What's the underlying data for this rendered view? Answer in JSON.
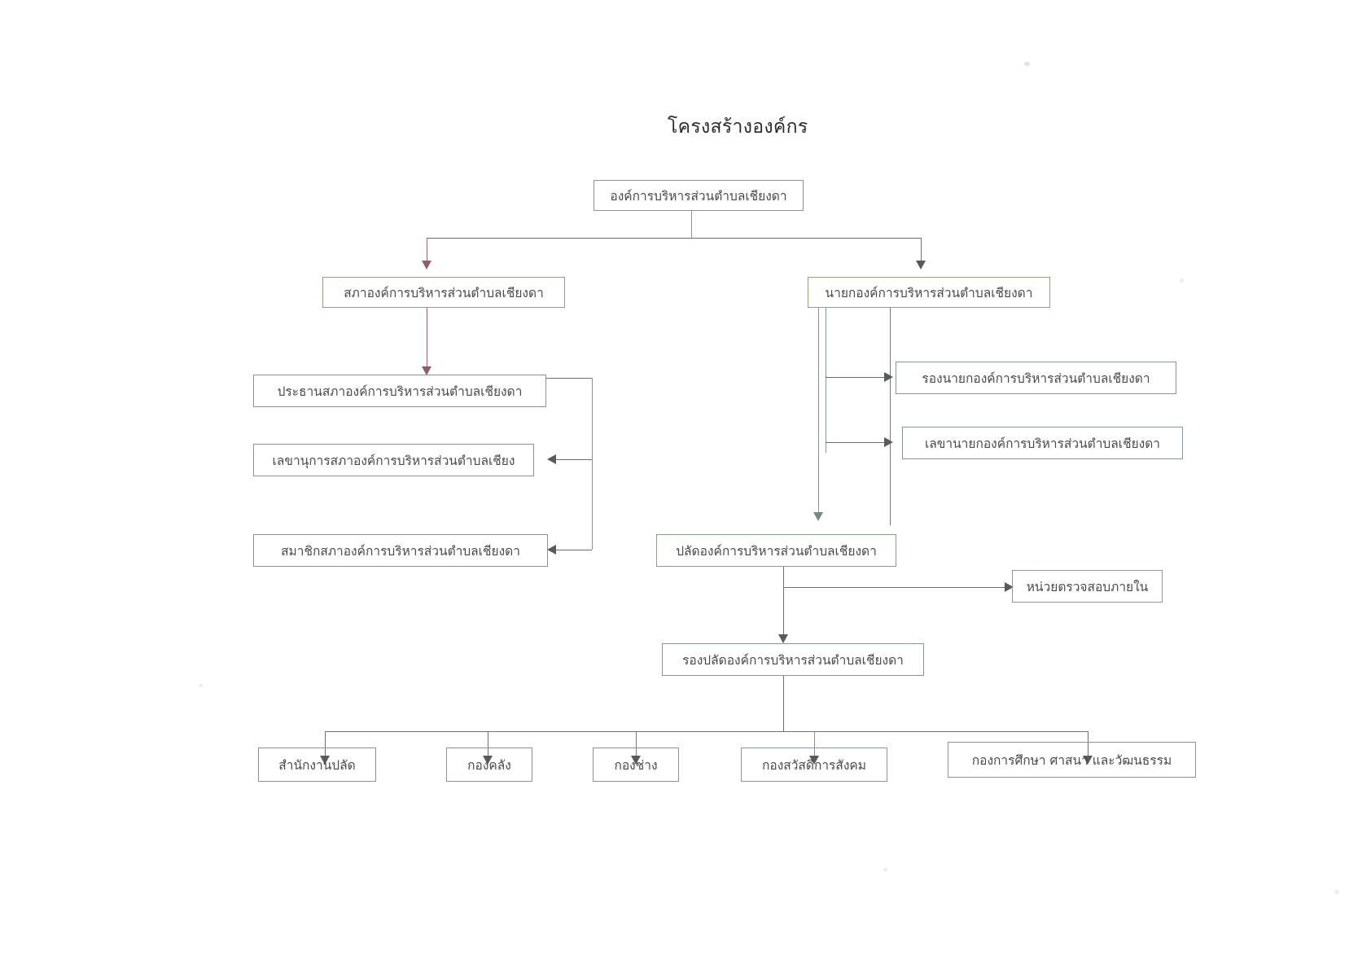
{
  "title": "โครงสร้างองค์กร",
  "nodes": {
    "root": "องค์การบริหารส่วนตำบลเชียงดา",
    "council": "สภาองค์การบริหารส่วนตำบลเชียงดา",
    "mayor": "นายกองค์การบริหารส่วนตำบลเชียงดา",
    "council_chair": "ประธานสภาองค์การบริหารส่วนตำบลเชียงดา",
    "council_secretary": "เลขานุการสภาองค์การบริหารส่วนตำบลเชียง",
    "council_members": "สมาชิกสภาองค์การบริหารส่วนตำบลเชียงดา",
    "deputy_mayor": "รองนายกองค์การบริหารส่วนตำบลเชียงดา",
    "mayor_secretary": "เลขานายกองค์การบริหารส่วนตำบลเชียงดา",
    "clerk": "ปลัดองค์การบริหารส่วนตำบลเชียงดา",
    "internal_audit": "หน่วยตรวจสอบภายใน",
    "deputy_clerk": "รองปลัดองค์การบริหารส่วนตำบลเชียงดา",
    "div_office": "สำนักงานปลัด",
    "div_finance": "กองคลัง",
    "div_engineering": "กองช่าง",
    "div_welfare": "กองสวัสดิการสังคม",
    "div_education": "กองการศึกษา ศาสนา และวัฒนธรรม"
  },
  "colors": {
    "paper": "#ffffff",
    "text": "#4a4a4a",
    "title_text": "#2b2b2b",
    "border_grey": "#8d8d8d",
    "border_green": "#8e9d8c",
    "border_olive": "#9a9a7c",
    "border_blue": "#8b93a6",
    "border_rose": "#a98f95",
    "line_red": "#9c6a72",
    "line_teal": "#7d9a93",
    "line_dark": "#6f6f6f"
  }
}
